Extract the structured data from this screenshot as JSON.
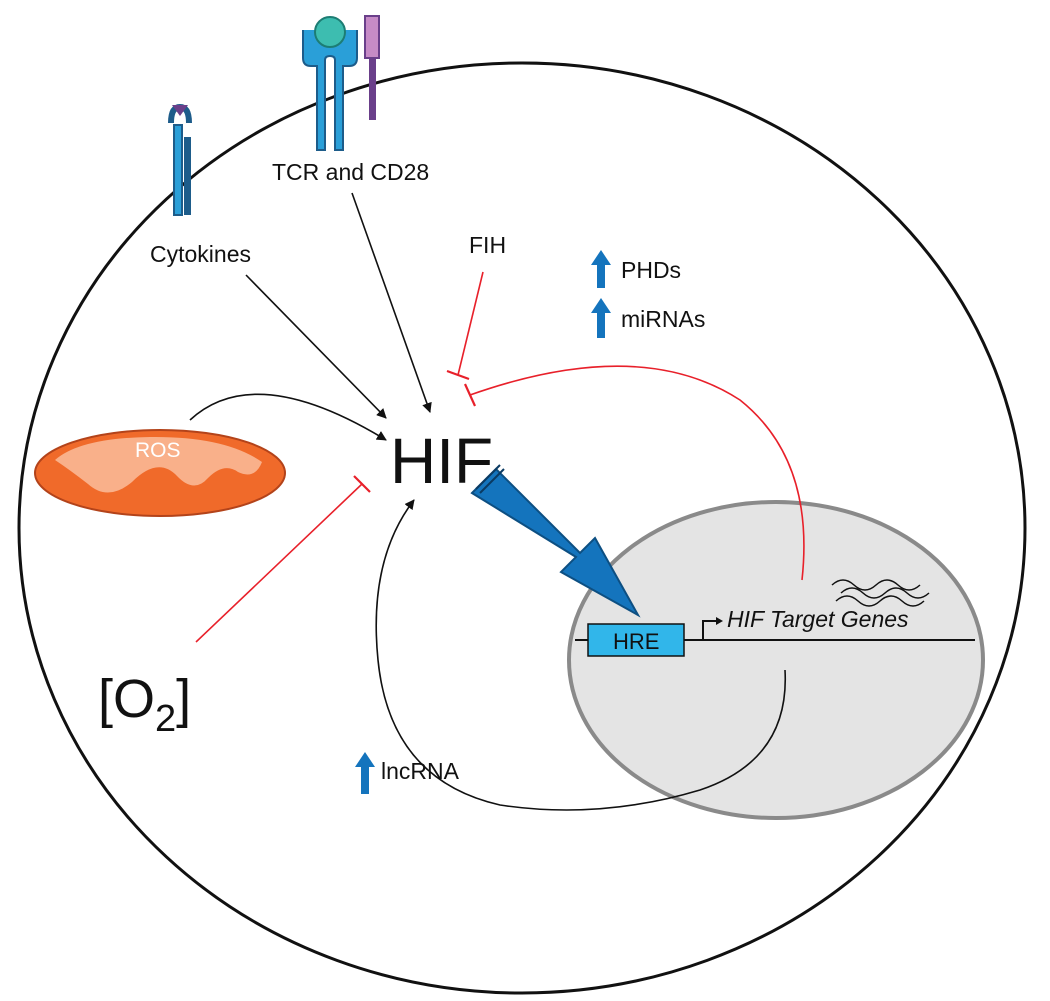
{
  "labels": {
    "tcr": "TCR and CD28",
    "cytokines": "Cytokines",
    "fih": "FIH",
    "phds": "PHDs",
    "mirnas": "miRNAs",
    "ros": "ROS",
    "hif": "HIF",
    "o2_open": "[O",
    "o2_sub": "2",
    "o2_close": "]",
    "hre": "HRE",
    "target_genes": "HIF Target Genes",
    "lncrna": "lncRNA"
  },
  "colors": {
    "activation_arrow": "#111111",
    "inhibition": "#e8202a",
    "hif_arrow": "#1474bd",
    "up_arrow": "#1474bd",
    "mitochondrion": "#f06a2a",
    "mitochondrion_inner": "#f9b08a",
    "nucleus": "#e4e4e4",
    "hre_box": "#31b6ea",
    "receptor": "#2a9fd8",
    "receptor_dark": "#1d5c8a"
  },
  "icons": [
    "receptor-icon",
    "up-arrow-icon",
    "mitochondrion-icon",
    "promoter-arrow-icon",
    "mrna-wave-icon"
  ]
}
